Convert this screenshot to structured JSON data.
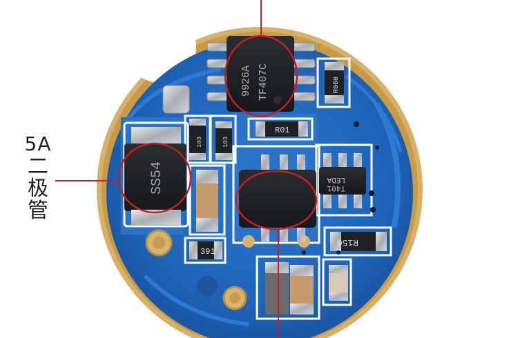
{
  "annotation": {
    "line1": "5A",
    "line2": "二",
    "line3": "极",
    "line4": "管"
  },
  "chips": {
    "top_ic_line1": "9926A",
    "top_ic_line2": "TF407C",
    "diode_marking": "SS54",
    "mid_small_resistor": "R01",
    "right_resistor_top": "R060",
    "right_ic_line1": "LEDA",
    "right_ic_line2": "T401",
    "bottom_right_resistor": "R150",
    "bottom_left_resistor": "391",
    "left_small_1": "103",
    "left_small_2": "103"
  },
  "colors": {
    "pcb_blue": "#1e63b8",
    "trace_blue": "#2d7ad6",
    "gold_ring": "#d7b06a",
    "silkscreen": "#ffffff",
    "callout_red": "#c81e1e",
    "chip_black": "#1b1d20"
  }
}
